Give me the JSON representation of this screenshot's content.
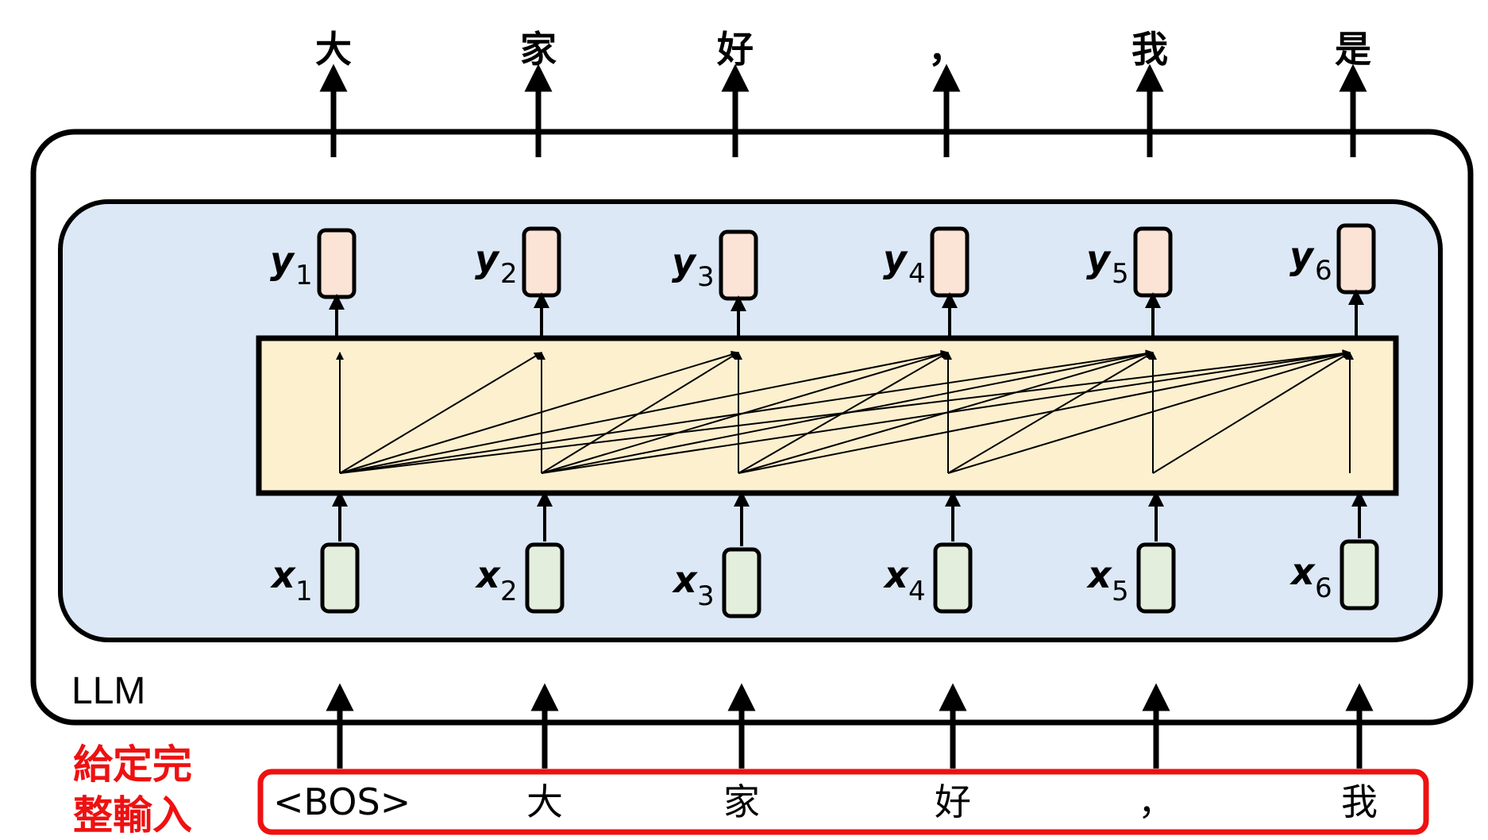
{
  "llm_label": "LLM",
  "note": {
    "line1": "給定完",
    "line2": "整輸入",
    "color": "#ee1111"
  },
  "outputs": [
    "大",
    "家",
    "好",
    "，",
    "我",
    "是"
  ],
  "inputs": [
    "<BOS>",
    "大",
    "家",
    "好",
    "，",
    "我"
  ],
  "y_vectors": [
    {
      "var": "y",
      "sub": "1"
    },
    {
      "var": "y",
      "sub": "2"
    },
    {
      "var": "y",
      "sub": "3"
    },
    {
      "var": "y",
      "sub": "4"
    },
    {
      "var": "y",
      "sub": "5"
    },
    {
      "var": "y",
      "sub": "6"
    }
  ],
  "x_vectors": [
    {
      "var": "x",
      "sub": "1"
    },
    {
      "var": "x",
      "sub": "2"
    },
    {
      "var": "x",
      "sub": "3"
    },
    {
      "var": "x",
      "sub": "4"
    },
    {
      "var": "x",
      "sub": "5"
    },
    {
      "var": "x",
      "sub": "6"
    }
  ],
  "colors": {
    "inner_panel": "#dce8f6",
    "attention_block": "#fdf0cf",
    "y_box": "#fbe3d6",
    "x_box": "#e3efdc",
    "input_frame": "#ee1111",
    "stroke": "#000000"
  }
}
